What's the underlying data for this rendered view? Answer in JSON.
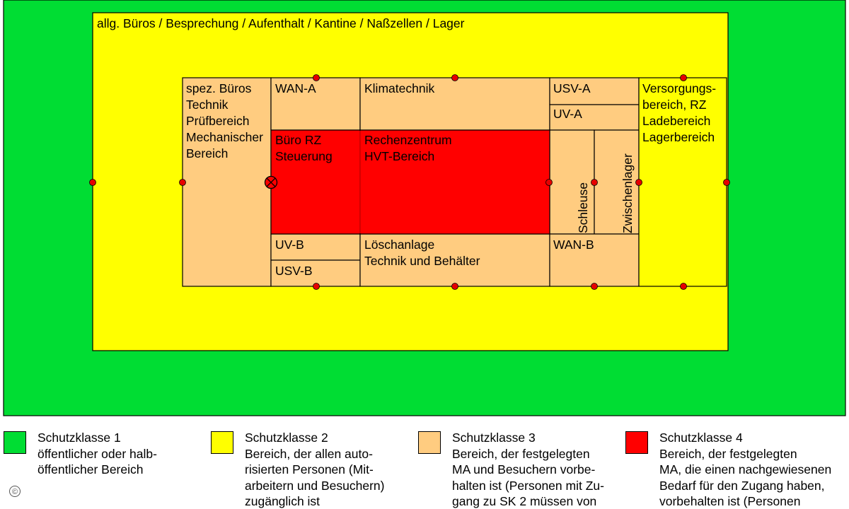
{
  "colors": {
    "sk1": "#00dd33",
    "sk2": "#ffff00",
    "sk3": "#ffcc80",
    "sk4": "#ff0000",
    "border": "#000000",
    "door_dot": "#e60000"
  },
  "zones": {
    "outer_label": "allg. Büros / Besprechung / Aufenthalt / Kantine / Naßzellen / Lager",
    "spez_bueros": "spez. Büros\nTechnik\nPrüfbereich\nMechanischer\nBereich",
    "wan_a": "WAN-A",
    "klimatechnik": "Klimatechnik",
    "usv_a": "USV-A",
    "uv_a": "UV-A",
    "versorgung": "Versorgungs-\nbereich, RZ\nLadebereich\nLagerbereich",
    "buero_rz": "Büro RZ\nSteuerung",
    "rechenzentrum": "Rechenzentrum\nHVT-Bereich",
    "schleuse": "Schleuse",
    "zwischenlager": "Zwischenlager",
    "uv_b": "UV-B",
    "usv_b": "USV-B",
    "loeschanlage": "Löschanlage\nTechnik und Behälter",
    "wan_b": "WAN-B"
  },
  "legend": [
    {
      "title": "Schutzklasse 1",
      "text": "öffentlicher oder halb-\nöffentlicher Bereich",
      "color": "#00dd33"
    },
    {
      "title": "Schutzklasse 2",
      "text": "Bereich, der allen auto-\nrisierten Personen (Mit-\narbeitern und Besuchern)\nzugänglich ist",
      "color": "#ffff00"
    },
    {
      "title": "Schutzklasse 3",
      "text": "Bereich, der festgelegten\nMA und Besuchern vorbe-\nhalten ist (Personen mit Zu-\ngang zu SK 2 müssen von",
      "color": "#ffcc80"
    },
    {
      "title": "Schutzklasse 4",
      "text": "Bereich, der festgelegten\nMA, die einen nachgewiesenen\nBedarf für den Zugang haben,\nvorbehalten ist (Personen",
      "color": "#ff0000"
    }
  ],
  "copyright_symbol": "©"
}
